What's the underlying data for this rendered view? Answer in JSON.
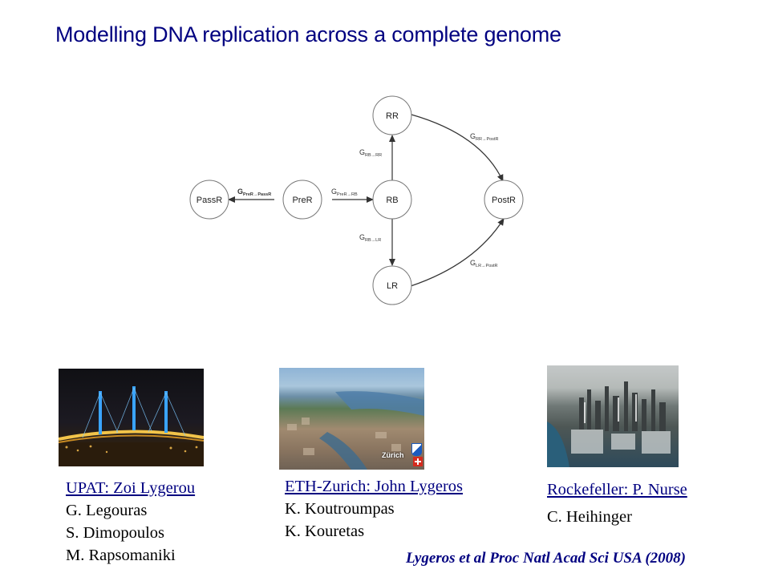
{
  "title": "Modelling DNA replication across a complete genome",
  "diagram": {
    "nodes": {
      "passr": "PassR",
      "prer": "PreR",
      "rb": "RB",
      "rr": "RR",
      "lr": "LR",
      "postr": "PostR"
    },
    "edges": {
      "prer_passr": {
        "main": "G",
        "sub": "PreR→PassR"
      },
      "prer_rb": {
        "main": "G",
        "sub": "PreR→RB"
      },
      "rb_rr": {
        "main": "G",
        "sub": "RB→RR"
      },
      "rb_lr": {
        "main": "G",
        "sub": "RB→LR"
      },
      "rr_postr": {
        "main": "G",
        "sub": "RR→PostR"
      },
      "lr_postr": {
        "main": "G",
        "sub": "LR→PostR"
      }
    }
  },
  "groups": {
    "upat": {
      "head": "UPAT: Zoi Lygerou",
      "members": [
        "G. Legouras",
        "S. Dimopoulos",
        "M. Rapsomaniki"
      ]
    },
    "eth": {
      "head": "ETH-Zurich: John Lygeros",
      "members": [
        "K. Koutroumpas",
        "K. Kouretas"
      ],
      "photo_caption": "Zürich"
    },
    "rockefeller": {
      "head": "Rockefeller: P. Nurse",
      "members": [
        "C. Heihinger"
      ]
    }
  },
  "citation": "Lygeros et al Proc Natl Acad Sci USA (2008)"
}
